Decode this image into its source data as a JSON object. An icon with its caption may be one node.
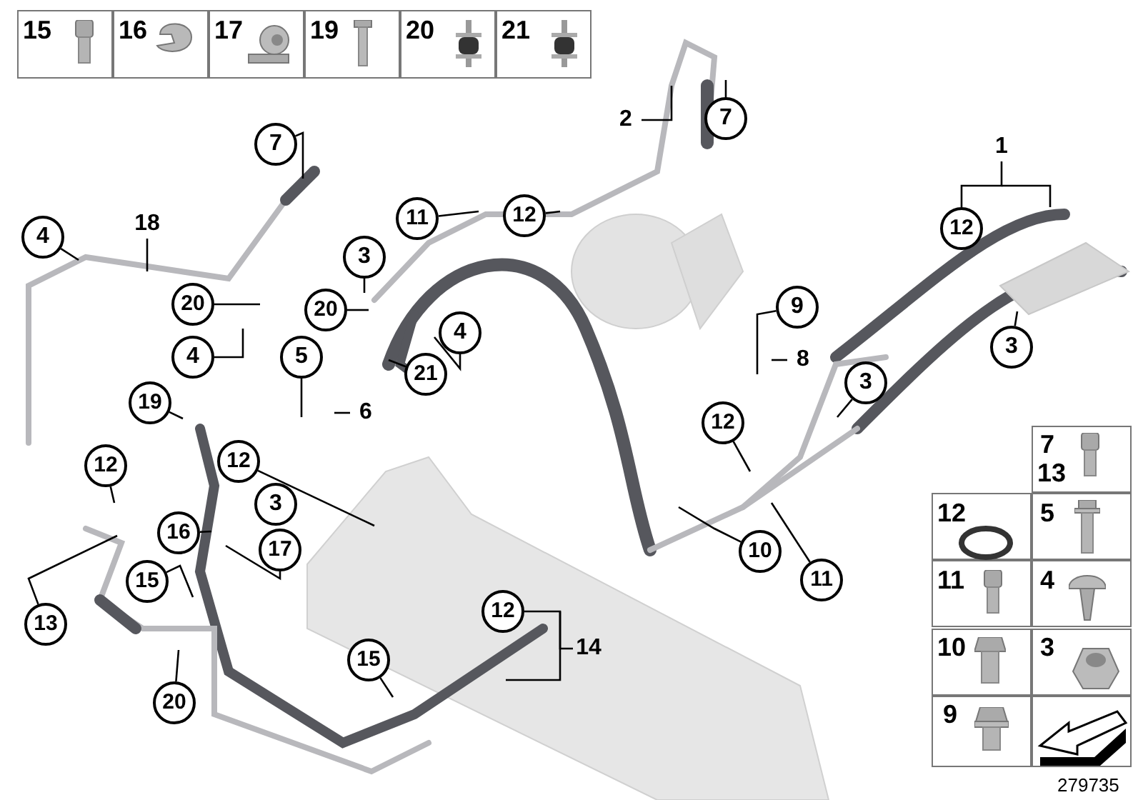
{
  "diagram": {
    "nodes": [
      {
        "text": [
          "2"
        ]
      },
      {
        "text": [
          "7"
        ]
      },
      {
        "text": [
          "1"
        ]
      },
      {
        "text": [
          "7"
        ]
      },
      {
        "text": [
          "12"
        ]
      },
      {
        "text": [
          "11"
        ]
      },
      {
        "text": [
          "12"
        ]
      },
      {
        "text": [
          "4"
        ]
      },
      {
        "text": [
          "18"
        ]
      },
      {
        "text": [
          "3"
        ]
      },
      {
        "text": [
          "20"
        ]
      },
      {
        "text": [
          "20"
        ]
      },
      {
        "text": [
          "9"
        ]
      },
      {
        "text": [
          "3"
        ]
      },
      {
        "text": [
          "4"
        ]
      },
      {
        "text": [
          "4"
        ]
      },
      {
        "text": [
          "5"
        ]
      },
      {
        "text": [
          "8"
        ]
      },
      {
        "text": [
          "21"
        ]
      },
      {
        "text": [
          "3"
        ]
      },
      {
        "text": [
          "6"
        ]
      },
      {
        "text": [
          "19"
        ]
      },
      {
        "text": [
          "12"
        ]
      },
      {
        "text": [
          "12"
        ]
      },
      {
        "text": [
          "12"
        ]
      },
      {
        "text": [
          "3"
        ]
      },
      {
        "text": [
          "16"
        ]
      },
      {
        "text": [
          "17"
        ]
      },
      {
        "text": [
          "10"
        ]
      },
      {
        "text": [
          "11"
        ]
      },
      {
        "text": [
          "15"
        ]
      },
      {
        "text": [
          "13"
        ]
      },
      {
        "text": [
          "12"
        ]
      },
      {
        "text": [
          "14"
        ]
      },
      {
        "text": [
          "15"
        ]
      },
      {
        "text": [
          "20"
        ]
      }
    ],
    "edges": [
      {
        "from": 0,
        "to": null,
        "arrow": "none"
      },
      {
        "from": 1,
        "to": null,
        "arrow": "none"
      },
      {
        "from": 2,
        "to": 4,
        "arrow": "none"
      },
      {
        "from": 3,
        "to": null,
        "arrow": "none"
      },
      {
        "from": 5,
        "to": null,
        "arrow": "none"
      },
      {
        "from": 6,
        "to": null,
        "arrow": "none"
      },
      {
        "from": 7,
        "to": null,
        "arrow": "none"
      },
      {
        "from": 8,
        "to": null,
        "arrow": "none"
      },
      {
        "from": 9,
        "to": null,
        "arrow": "none"
      },
      {
        "from": 10,
        "to": null,
        "arrow": "none"
      },
      {
        "from": 11,
        "to": null,
        "arrow": "none"
      },
      {
        "from": 12,
        "to": null,
        "arrow": "none"
      },
      {
        "from": 13,
        "to": null,
        "arrow": "none"
      },
      {
        "from": 14,
        "to": null,
        "arrow": "none"
      },
      {
        "from": 15,
        "to": null,
        "arrow": "none"
      },
      {
        "from": 16,
        "to": null,
        "arrow": "none"
      },
      {
        "from": 17,
        "to": null,
        "arrow": "none"
      },
      {
        "from": 18,
        "to": null,
        "arrow": "none"
      },
      {
        "from": 19,
        "to": null,
        "arrow": "none"
      },
      {
        "from": 20,
        "to": null,
        "arrow": "none"
      },
      {
        "from": 21,
        "to": null,
        "arrow": "none"
      },
      {
        "from": 22,
        "to": null,
        "arrow": "none"
      },
      {
        "from": 23,
        "to": null,
        "arrow": "none"
      },
      {
        "from": 24,
        "to": null,
        "arrow": "none"
      },
      {
        "from": 26,
        "to": null,
        "arrow": "none"
      },
      {
        "from": 27,
        "to": null,
        "arrow": "none"
      },
      {
        "from": 28,
        "to": null,
        "arrow": "none"
      },
      {
        "from": 29,
        "to": null,
        "arrow": "none"
      },
      {
        "from": 30,
        "to": null,
        "arrow": "none"
      },
      {
        "from": 31,
        "to": null,
        "arrow": "none"
      },
      {
        "from": 33,
        "to": 32,
        "arrow": "none"
      },
      {
        "from": 34,
        "to": null,
        "arrow": "none"
      },
      {
        "from": 35,
        "to": null,
        "arrow": "none"
      }
    ],
    "labels": [
      "15",
      "16",
      "17",
      "19",
      "20",
      "21",
      "7",
      "13",
      "12",
      "5",
      "11",
      "4",
      "10",
      "3",
      "9",
      "279735"
    ]
  }
}
